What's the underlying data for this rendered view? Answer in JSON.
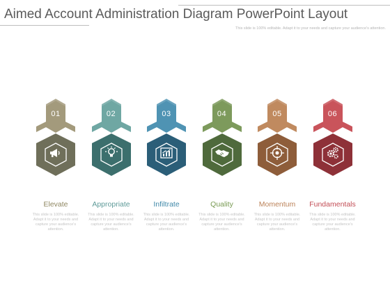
{
  "title": "Aimed Account Administration Diagram PowerPoint Layout",
  "subtitle": "This slide is 100% editable. Adapt it to your needs and capture your audience's attention.",
  "items": [
    {
      "number": "01",
      "label": "Elevate",
      "icon": "megaphone-icon",
      "arrow_color": "#a39a7c",
      "hex_color": "#6f6f5a",
      "label_color": "#8f8762",
      "description": "This slide is 100% editable. Adapt it to your needs and capture your audience's attention."
    },
    {
      "number": "02",
      "label": "Appropriate",
      "icon": "lightbulb-icon",
      "arrow_color": "#6fa7a3",
      "hex_color": "#3c6f6d",
      "label_color": "#5e9a98",
      "description": "This slide is 100% editable. Adapt it to your needs and capture your audience's attention."
    },
    {
      "number": "03",
      "label": "Infiltrate",
      "icon": "bar-chart-icon",
      "arrow_color": "#4f93b3",
      "hex_color": "#2b5e78",
      "label_color": "#3f88a8",
      "description": "This slide is 100% editable. Adapt it to your needs and capture your audience's attention."
    },
    {
      "number": "04",
      "label": "Quality",
      "icon": "handshake-icon",
      "arrow_color": "#7d9a5c",
      "hex_color": "#4f6a3c",
      "label_color": "#789a52",
      "description": "This slide is 100% editable. Adapt it to your needs and capture your audience's attention."
    },
    {
      "number": "05",
      "label": "Momentum",
      "icon": "target-icon",
      "arrow_color": "#c08a5f",
      "hex_color": "#8e5d3a",
      "label_color": "#bb8258",
      "description": "This slide is 100% editable. Adapt it to your needs and capture your audience's attention."
    },
    {
      "number": "06",
      "label": "Fundamentals",
      "icon": "gears-icon",
      "arrow_color": "#c9545b",
      "hex_color": "#8e3138",
      "label_color": "#c24d55",
      "description": "This slide is 100% editable. Adapt it to your needs and capture your audience's attention."
    }
  ]
}
